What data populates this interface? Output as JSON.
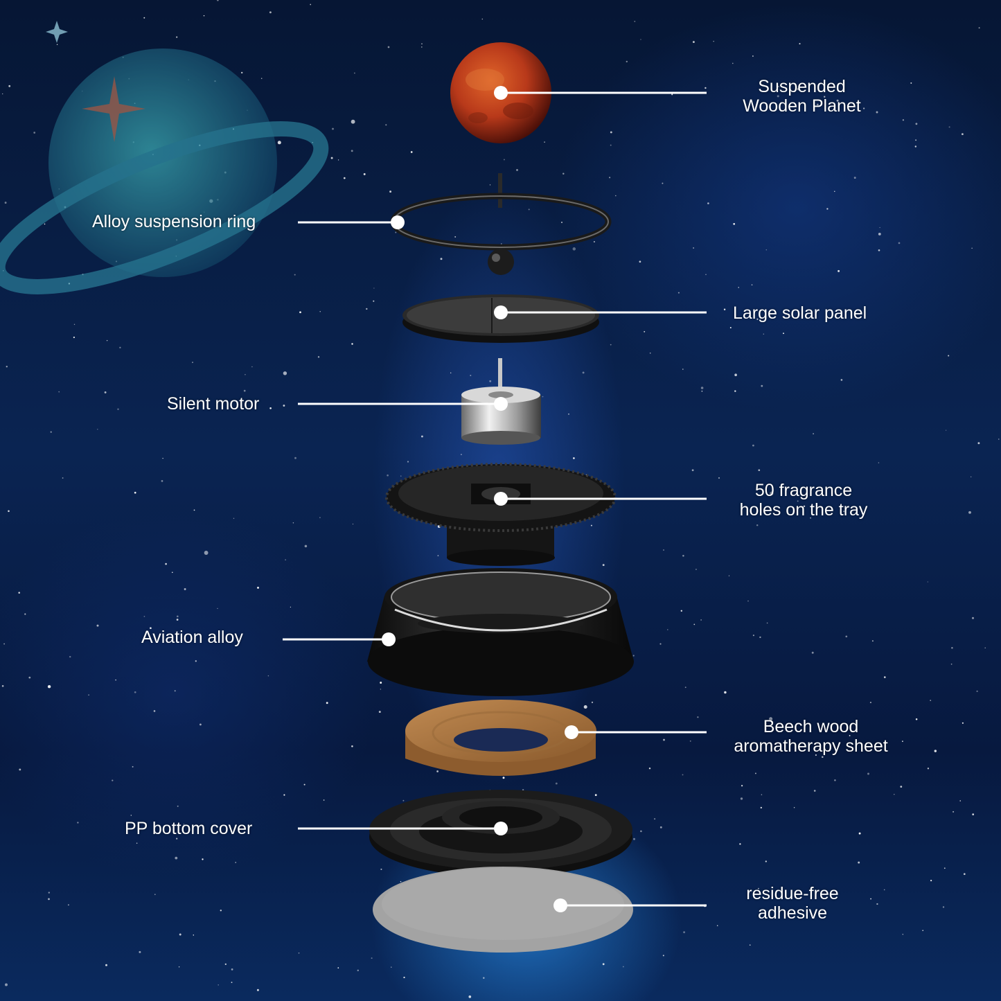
{
  "components": [
    {
      "id": "planet",
      "lines": [
        "Suspended",
        "Wooden Planet"
      ],
      "icon": "planet-icon"
    },
    {
      "id": "ring",
      "lines": [
        "Alloy suspension ring"
      ],
      "icon": "ring-icon"
    },
    {
      "id": "solar",
      "lines": [
        "Large solar panel"
      ],
      "icon": "solar-panel-icon"
    },
    {
      "id": "motor",
      "lines": [
        "Silent motor"
      ],
      "icon": "motor-icon"
    },
    {
      "id": "tray",
      "lines": [
        "50 fragrance",
        "holes on the tray"
      ],
      "icon": "tray-icon"
    },
    {
      "id": "alloy",
      "lines": [
        "Aviation alloy"
      ],
      "icon": "alloy-shell-icon"
    },
    {
      "id": "wood",
      "lines": [
        "Beech wood",
        "aromatherapy sheet"
      ],
      "icon": "wood-sheet-icon"
    },
    {
      "id": "cover",
      "lines": [
        "PP bottom cover"
      ],
      "icon": "bottom-cover-icon"
    },
    {
      "id": "adhesive",
      "lines": [
        "residue-free",
        "adhesive"
      ],
      "icon": "adhesive-pad-icon"
    }
  ],
  "colors": {
    "label": "#ffffff",
    "leader": "#ffffff",
    "planet": "#c2401c",
    "wood": "#a8733f",
    "adhesive": "#9a9a9a"
  }
}
